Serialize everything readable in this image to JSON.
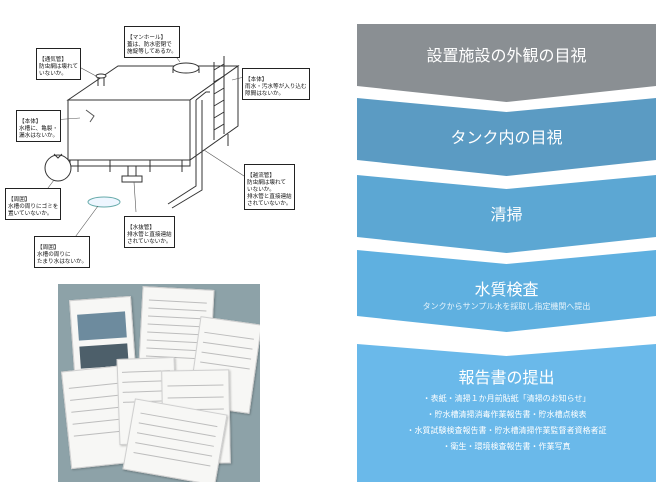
{
  "callouts": {
    "manhole": {
      "title": "【マンホール】",
      "body": "蓋は、防水密閉で\n施錠等してあるか。"
    },
    "vent": {
      "title": "【通気管】",
      "body": "防虫網は壊れて\nいないか。"
    },
    "body_top": {
      "title": "【本体】",
      "body": "雨水・汚水等が入り込む\n隙間はないか。"
    },
    "body_side": {
      "title": "【本体】",
      "body": "水槽に、亀裂・\n漏水はないか。"
    },
    "surround1": {
      "title": "【周囲】",
      "body": "水槽の周りにゴミを\n置いていないか。"
    },
    "overflow": {
      "title": "【越流管】",
      "body": "防虫網は壊れて\nいないか。\n排水管と直接連結\nされていないか。"
    },
    "drain": {
      "title": "【水抜管】",
      "body": "排水管と直接連結\nされていないか。"
    },
    "surround2": {
      "title": "【周囲】",
      "body": "水槽の周りに\nたまり水はないか。"
    }
  },
  "steps": [
    {
      "title": "設置施設の外観の目視",
      "color": "#8a8f93"
    },
    {
      "title": "タンク内の目視",
      "color": "#5b9bc3"
    },
    {
      "title": "清掃",
      "color": "#5ca7d3"
    },
    {
      "title": "水質検査",
      "sub": "タンクからサンプル水を採取し指定機関へ提出",
      "color": "#5fb0e0"
    },
    {
      "title": "報告書の提出",
      "color": "#6ab9ea",
      "items": [
        "・表紙・清掃１か月前貼紙「清掃のお知らせ」",
        "・貯水槽清掃消毒作業報告書・貯水槽点検表",
        "・水質試験検査報告書・貯水槽清掃作業監督者資格者証",
        "・衛生・環境検査報告書・作業写真"
      ]
    }
  ]
}
